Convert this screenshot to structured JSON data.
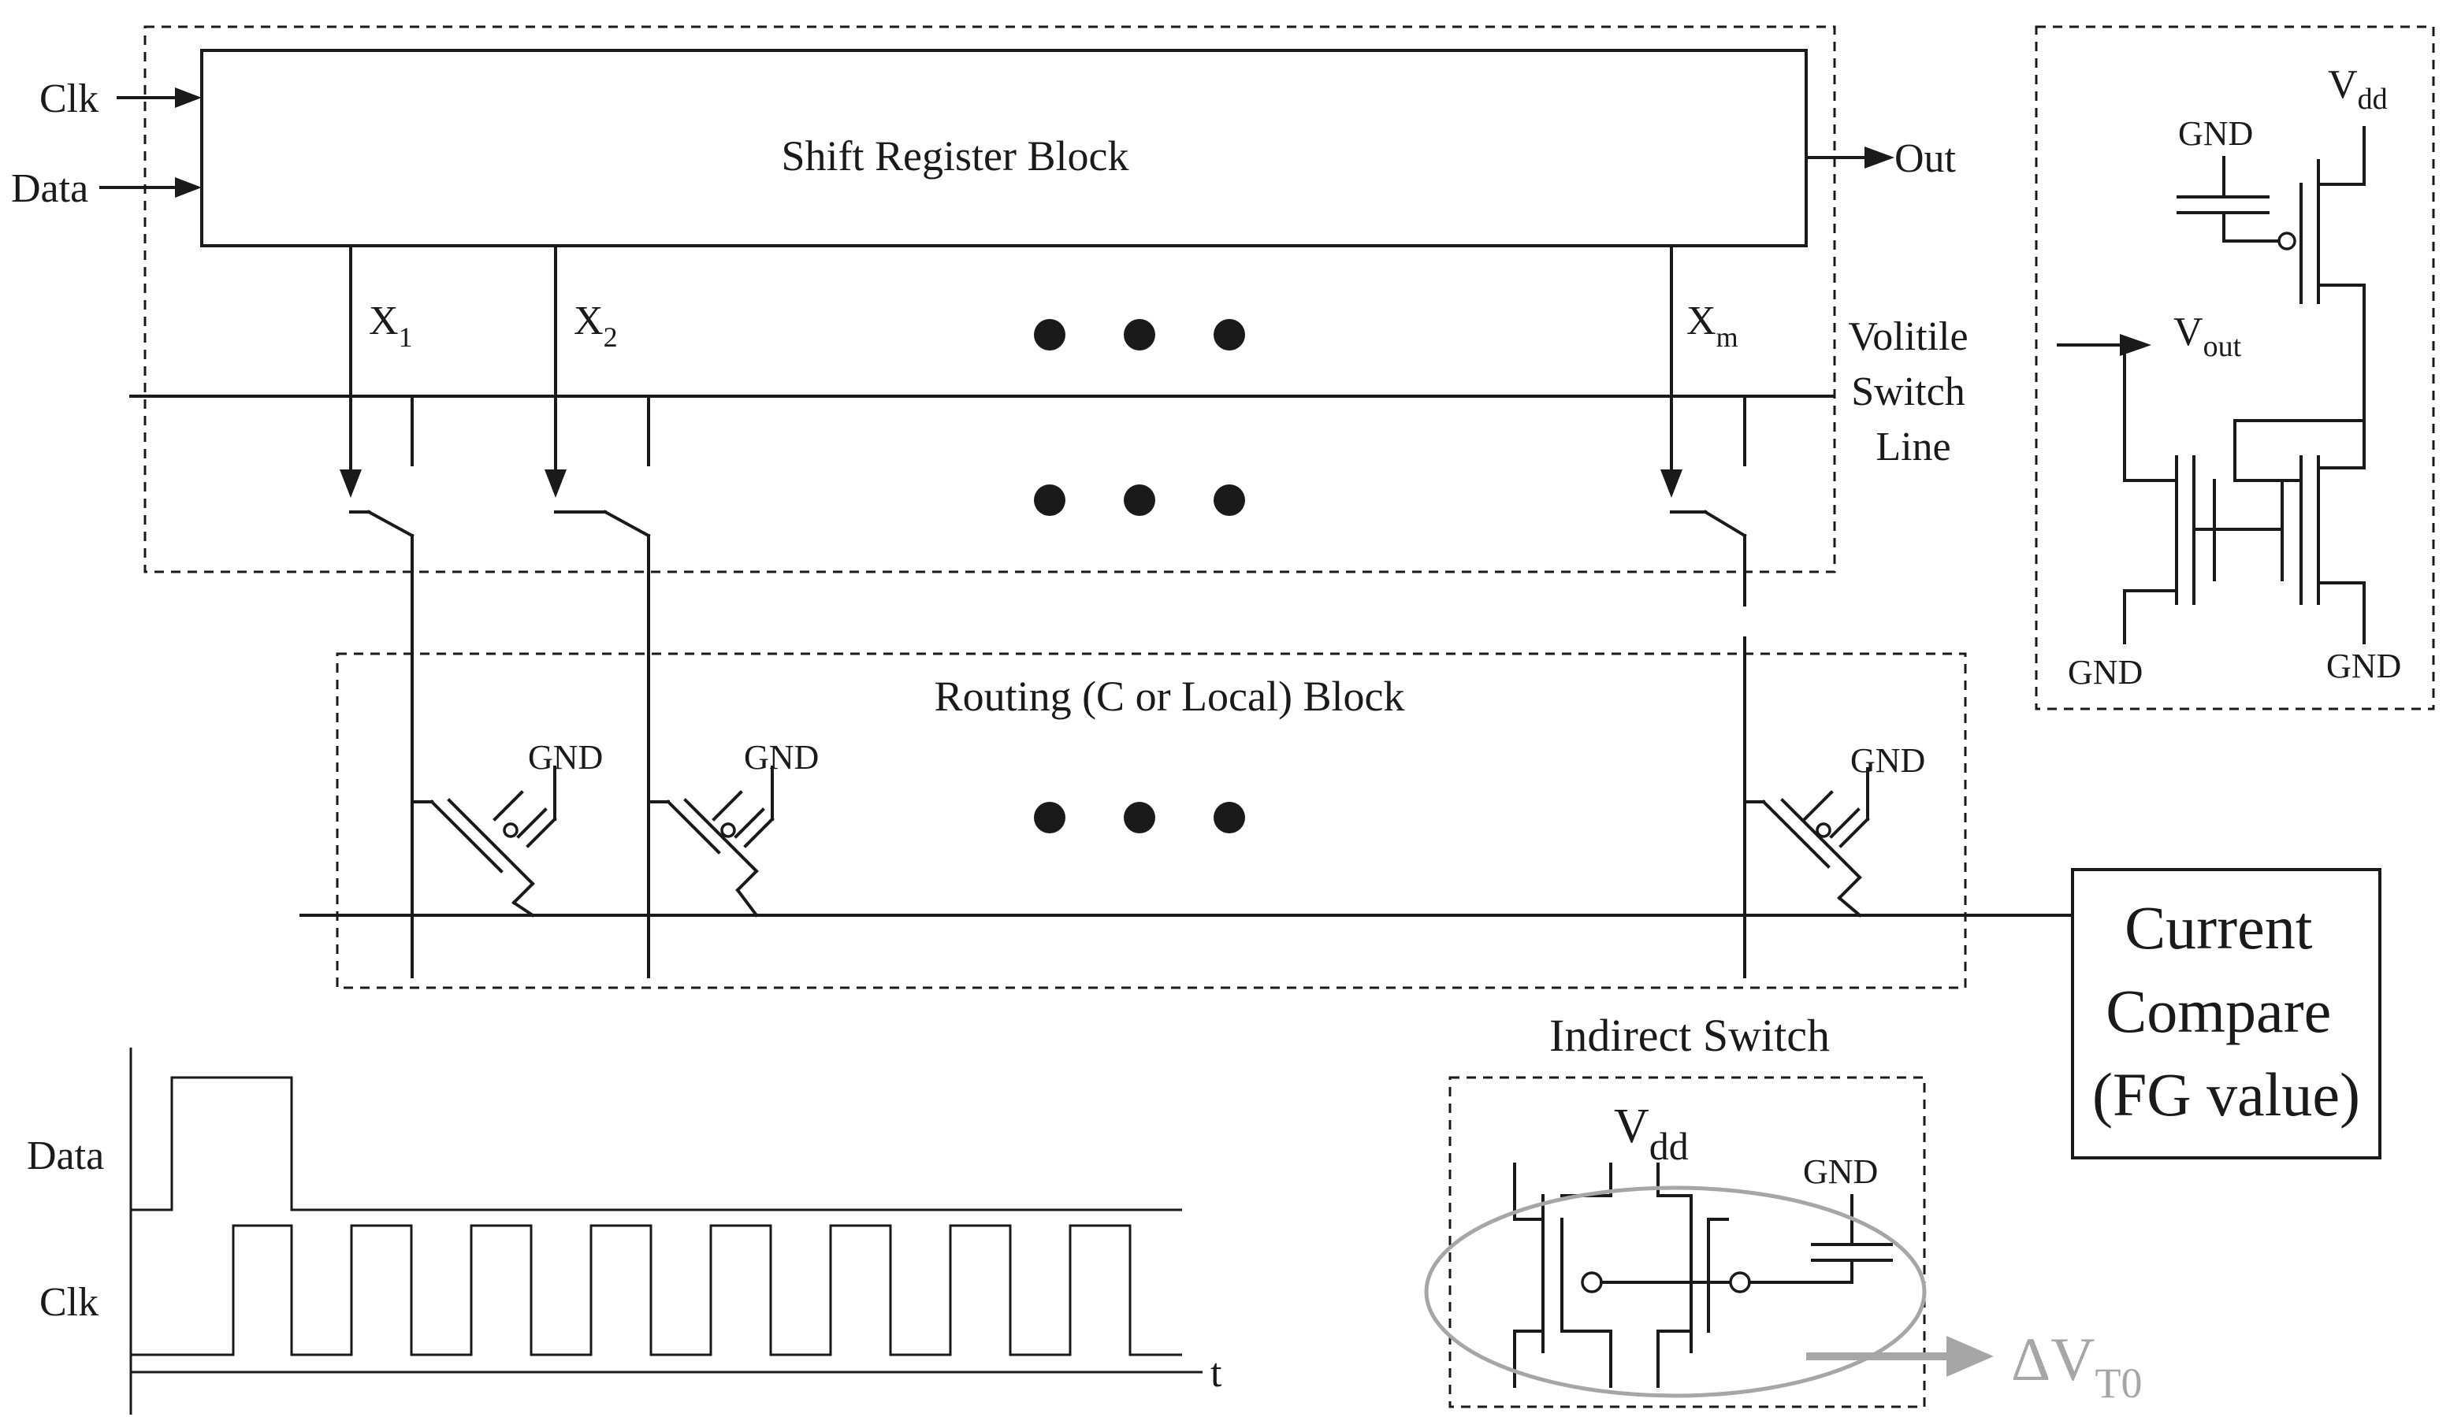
{
  "shift_register": {
    "title": "Shift Register Block",
    "input_clk": "Clk",
    "input_data": "Data",
    "output": "Out",
    "outputs": [
      {
        "base": "X",
        "sub": "1"
      },
      {
        "base": "X",
        "sub": "2"
      },
      {
        "base": "X",
        "sub": "m"
      }
    ]
  },
  "volatile_switch_line": [
    "Volitile",
    "Switch",
    "Line"
  ],
  "routing": {
    "title": "Routing (C or Local) Block",
    "gnd_labels": [
      "GND",
      "GND",
      "GND"
    ]
  },
  "current_compare": [
    "Current",
    "Compare",
    "(FG value)"
  ],
  "cell_schematic": {
    "vdd": {
      "base": "V",
      "sub": "dd"
    },
    "vout": {
      "base": "V",
      "sub": "out"
    },
    "gnd_top": "GND",
    "gnd_left": "GND",
    "gnd_right": "GND"
  },
  "indirect_switch": {
    "title": "Indirect Switch",
    "vdd": {
      "base": "V",
      "sub": "dd"
    },
    "gnd": "GND",
    "delta": {
      "base": "ΔV",
      "sub": "T0"
    }
  },
  "timing": {
    "data_label": "Data",
    "clk_label": "Clk",
    "time_label": "t"
  },
  "colors": {
    "line": "#1a1a1a",
    "highlight_gray": "#a6a6a6"
  }
}
